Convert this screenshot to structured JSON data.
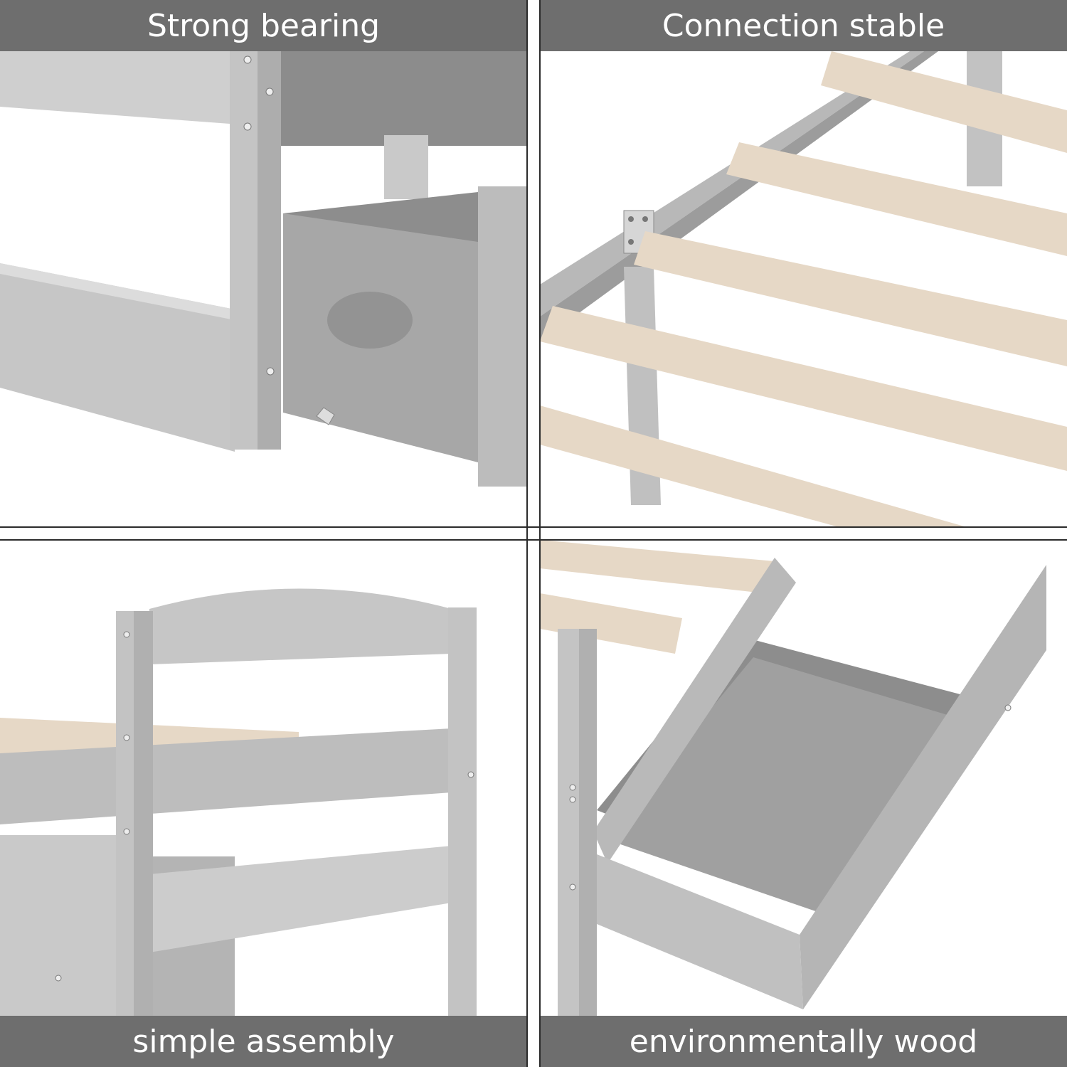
{
  "panels": [
    {
      "caption": "Strong bearing",
      "icon": "bed-drawer-corner-photo"
    },
    {
      "caption": "Connection stable",
      "icon": "bed-slats-bracket-photo"
    },
    {
      "caption": "simple assembly",
      "icon": "bed-headboard-photo"
    },
    {
      "caption": "environmentally wood",
      "icon": "bed-open-drawer-photo"
    }
  ],
  "colors": {
    "caption_bar": "#6e6e6e",
    "frame_gray": "#bdbdbd",
    "slat_wood": "#e6d8c6"
  }
}
